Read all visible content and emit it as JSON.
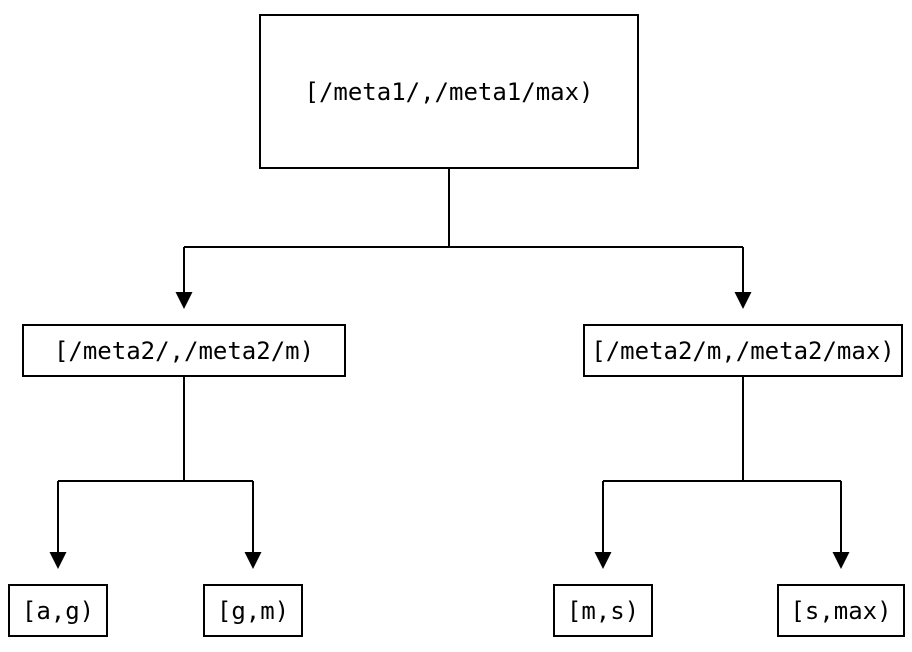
{
  "diagram": {
    "type": "tree",
    "background_color": "#ffffff",
    "line_color": "#000000",
    "text_color": "#000000",
    "box_fill_color": "#ffffff",
    "nodes": [
      {
        "id": "root",
        "label": "[/meta1/,/meta1/max)",
        "level": 0
      },
      {
        "id": "meta2-low",
        "label": "[/meta2/,/meta2/m)",
        "level": 1
      },
      {
        "id": "meta2-high",
        "label": "[/meta2/m,/meta2/max)",
        "level": 1
      },
      {
        "id": "leaf-a-g",
        "label": "[a,g)",
        "level": 2
      },
      {
        "id": "leaf-g-m",
        "label": "[g,m)",
        "level": 2
      },
      {
        "id": "leaf-m-s",
        "label": "[m,s)",
        "level": 2
      },
      {
        "id": "leaf-s-max",
        "label": "[s,max)",
        "level": 2
      }
    ],
    "edges": [
      {
        "from": "root",
        "to": "meta2-low"
      },
      {
        "from": "root",
        "to": "meta2-high"
      },
      {
        "from": "meta2-low",
        "to": "leaf-a-g"
      },
      {
        "from": "meta2-low",
        "to": "leaf-g-m"
      },
      {
        "from": "meta2-high",
        "to": "leaf-m-s"
      },
      {
        "from": "meta2-high",
        "to": "leaf-s-max"
      }
    ]
  }
}
